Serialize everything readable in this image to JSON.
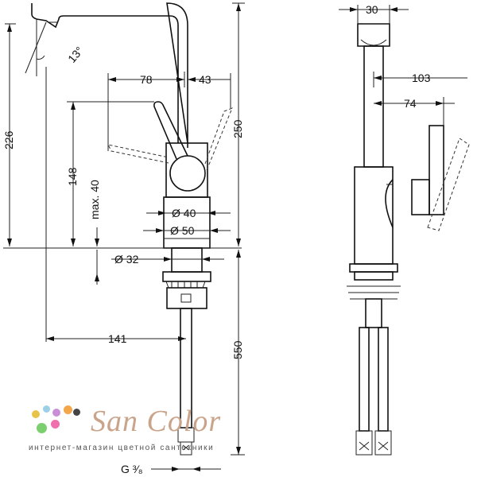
{
  "dimensions": {
    "spout_angle": "13°",
    "height_226": "226",
    "height_250": "250",
    "width_78": "78",
    "width_43": "43",
    "height_148": "148",
    "max_40": "max. 40",
    "dia_40": "Ø 40",
    "dia_50": "Ø 50",
    "dia_32": "Ø 32",
    "reach_141": "141",
    "hose_550": "550",
    "thread_g38": "G ³⁄₈",
    "side_30": "30",
    "side_103": "103",
    "side_74": "74"
  },
  "watermark": {
    "brand": "San Color",
    "tagline": "интернет-магазин цветной сантехники",
    "dot_colors": [
      "#e8c34a",
      "#9bd0e6",
      "#c98fd6",
      "#f4a64b",
      "#7ccf6e",
      "#f06fae",
      "#444444"
    ]
  }
}
